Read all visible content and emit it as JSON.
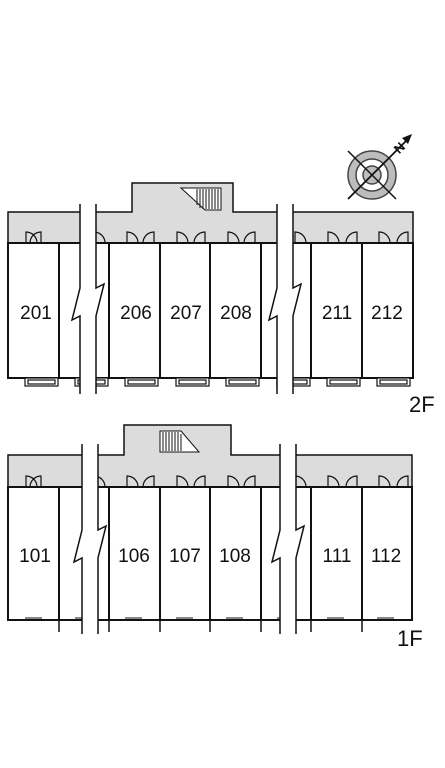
{
  "colors": {
    "corridor": "#dcdcdc",
    "line": "#111111",
    "background": "#ffffff"
  },
  "compass": {
    "north_label": "N",
    "icon": "compass-icon"
  },
  "floor2": {
    "label": "2F",
    "units": [
      "201",
      "206",
      "207",
      "208",
      "211",
      "212"
    ]
  },
  "floor1": {
    "label": "1F",
    "units": [
      "101",
      "106",
      "107",
      "108",
      "111",
      "112"
    ]
  }
}
